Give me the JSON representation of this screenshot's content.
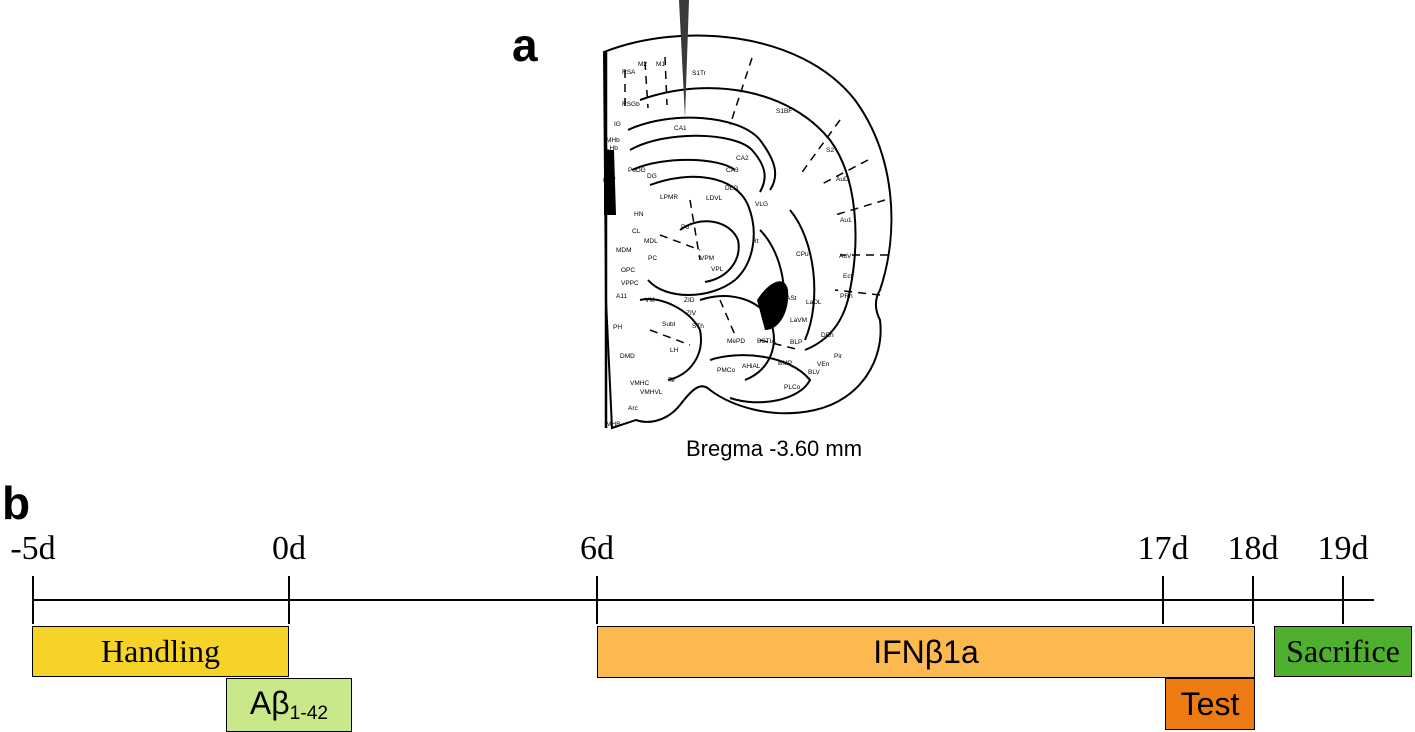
{
  "panel_a": {
    "label": "a",
    "caption": "Bregma -3.60 mm",
    "region_labels": [
      "M2",
      "M1",
      "S1Tr",
      "RSA",
      "RSGb",
      "IG",
      "CA1",
      "S1BF",
      "CA2",
      "PoDG",
      "DG",
      "CA3",
      "S2",
      "LHb",
      "MHb",
      "D3V",
      "LPMR",
      "LDVL",
      "DLG",
      "VLG",
      "AuD",
      "Au1",
      "HN",
      "CL",
      "Po",
      "Rt",
      "MDL",
      "MDM",
      "PC",
      "VPM",
      "VPL",
      "CPu",
      "AuV",
      "Ect",
      "OPC",
      "VPPC",
      "A11",
      "VM",
      "ZID",
      "ZIV",
      "PRh",
      "PH",
      "SubI",
      "STh",
      "ASt",
      "LaDL",
      "LaVM",
      "DEn",
      "LH",
      "MePD",
      "BSTIA",
      "BLP",
      "Pir",
      "BMP",
      "VEn",
      "DMD",
      "AHiAL",
      "PMCo",
      "PLCo",
      "BLV",
      "VMHC",
      "VMHVL",
      "Te",
      "Arc",
      "MHB"
    ]
  },
  "panel_b": {
    "label": "b",
    "ticks": [
      "-5d",
      "0d",
      "6d",
      "17d",
      "18d",
      "19d"
    ],
    "bars": {
      "handling": {
        "label": "Handling",
        "color": "#f5d327"
      },
      "abeta": {
        "label_main": "Aβ",
        "label_sub": "1-42",
        "color": "#c8e88a"
      },
      "ifn": {
        "label": "IFNβ1a",
        "color": "#fbb94f"
      },
      "test": {
        "label": "Test",
        "color": "#ee7b11"
      },
      "sacrifice": {
        "label": "Sacrifice",
        "color": "#4fb02f"
      }
    }
  }
}
